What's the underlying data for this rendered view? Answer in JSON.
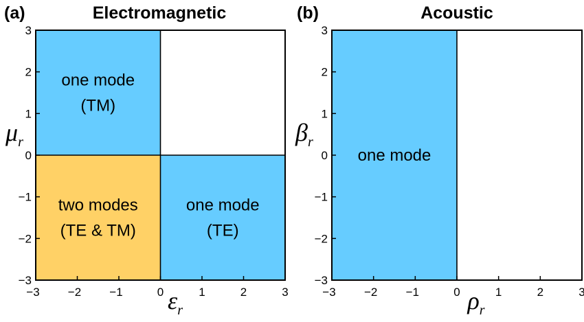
{
  "colors": {
    "blue": "#66CCFF",
    "orange": "#FFD166",
    "frame": "#000000"
  },
  "panels": [
    {
      "label": "(a)",
      "title": "Electromagnetic",
      "x_symbol": "ε",
      "x_sub": "r",
      "y_symbol": "μ",
      "y_sub": "r",
      "x_ticks": [
        "−3",
        "−2",
        "−1",
        "0",
        "1",
        "2",
        "3"
      ],
      "y_ticks": [
        "3",
        "2",
        "1",
        "0",
        "−1",
        "−2",
        "−3"
      ],
      "regions": [
        {
          "fill": "blue",
          "x": [
            -3,
            0
          ],
          "y": [
            0,
            3
          ],
          "lines": [
            "one mode",
            "(TM)"
          ]
        },
        {
          "fill": "orange",
          "x": [
            -3,
            0
          ],
          "y": [
            -3,
            0
          ],
          "lines": [
            "two modes",
            "(TE & TM)"
          ]
        },
        {
          "fill": "blue",
          "x": [
            0,
            3
          ],
          "y": [
            -3,
            0
          ],
          "lines": [
            "one mode",
            "(TE)"
          ]
        }
      ]
    },
    {
      "label": "(b)",
      "title": "Acoustic",
      "x_symbol": "ρ",
      "x_sub": "r",
      "y_symbol": "β",
      "y_sub": "r",
      "x_ticks": [
        "−3",
        "−2",
        "−1",
        "0",
        "1",
        "2",
        "3"
      ],
      "y_ticks": [
        "3",
        "2",
        "1",
        "0",
        "−1",
        "−2",
        "−3"
      ],
      "regions": [
        {
          "fill": "blue",
          "x": [
            -3,
            0
          ],
          "y": [
            -3,
            3
          ],
          "lines": [
            "one mode"
          ]
        }
      ]
    }
  ]
}
